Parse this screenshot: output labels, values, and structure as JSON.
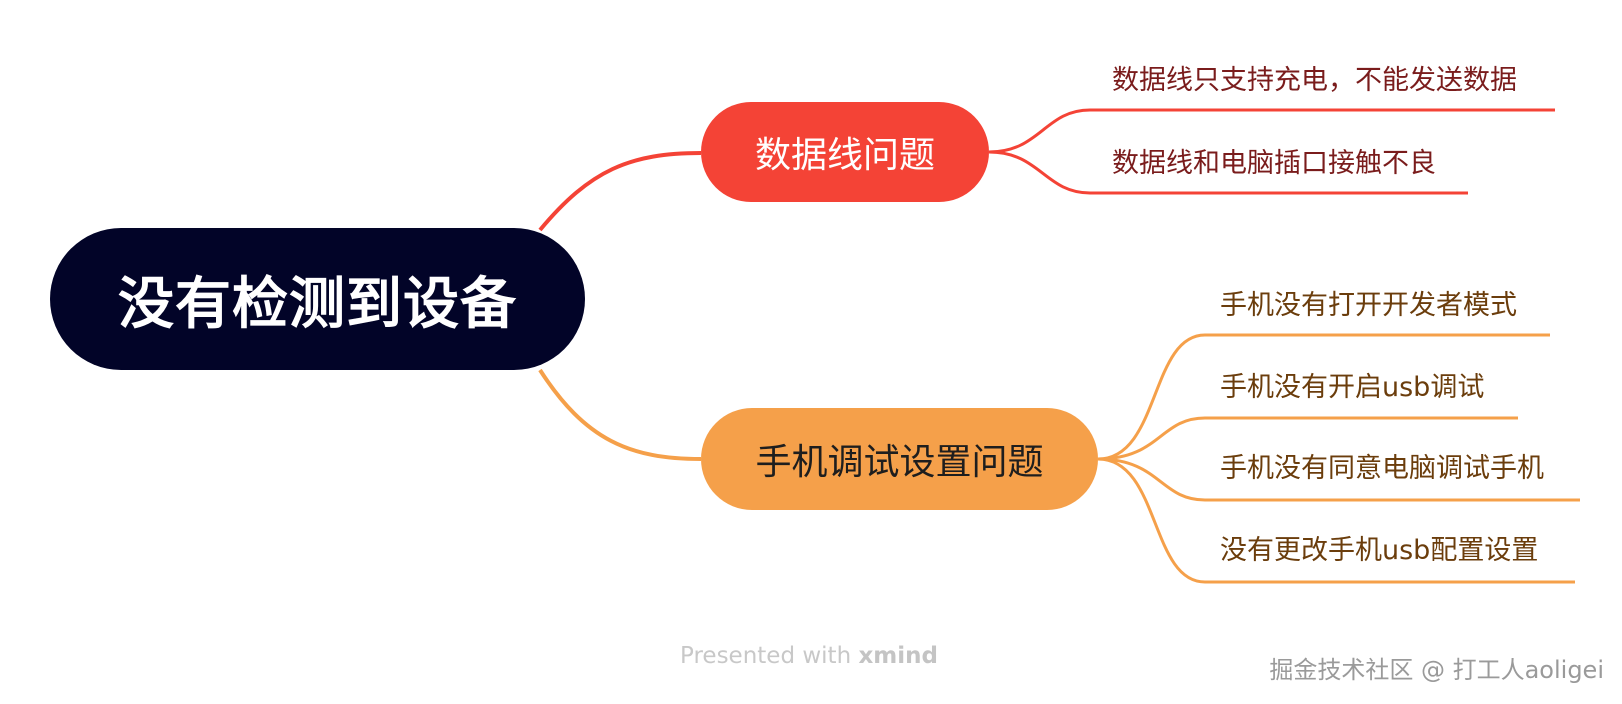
{
  "mindmap": {
    "root": {
      "label": "没有检测到设备"
    },
    "branches": [
      {
        "label": "数据线问题",
        "color": "#f44336",
        "children": [
          "数据线只支持充电，不能发送数据",
          "数据线和电脑插口接触不良"
        ]
      },
      {
        "label": "手机调试设置问题",
        "color": "#f5a04a",
        "children": [
          "手机没有打开开发者模式",
          "手机没有开启usb调试",
          "手机没有同意电脑调试手机",
          "没有更改手机usb配置设置"
        ]
      }
    ],
    "root_color": "#020428"
  },
  "footer": {
    "presented_prefix": "Presented with",
    "presented_brand": "xmind",
    "watermark": "掘金技术社区 @ 打工人aoligei"
  }
}
